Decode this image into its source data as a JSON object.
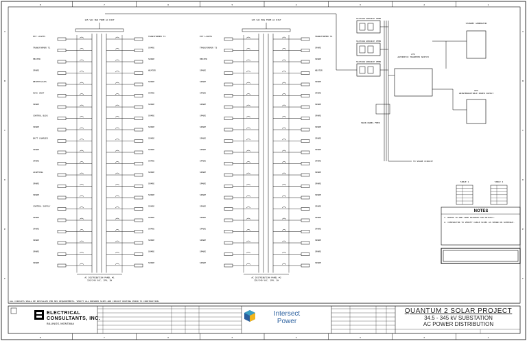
{
  "sheet": {
    "column_labels": [
      "8",
      "7",
      "6",
      "5",
      "4",
      "3",
      "2",
      "1"
    ],
    "row_labels": [
      "A",
      "B",
      "C",
      "D",
      "E",
      "F"
    ]
  },
  "panels": [
    {
      "id": "left",
      "source_label": "125 VAC BUS FROM AC DIST",
      "footer_title": "AC DISTRIBUTION PANEL #1",
      "footer_sub": "120/240 VAC, 1PH, 3W",
      "left_circuits": [
        "EXT LIGHTS",
        "TRANSFORMER T1",
        "HEATER",
        "SPARE",
        "RECEPTACLES",
        "HVAC UNIT",
        "SPARE",
        "CONTROL BLDG",
        "SPARE",
        "BATT CHARGER",
        "SPARE",
        "SPARE",
        "LIGHTING",
        "SPARE",
        "SPARE",
        "CONTROL SUPPLY",
        "SPARE",
        "SPARE",
        "SPARE",
        "SPARE",
        "SPARE"
      ],
      "right_circuits": [
        "TRANSFORMER T2",
        "SPARE",
        "SPARE",
        "HEATER",
        "SPARE",
        "SPARE",
        "SPARE",
        "SPARE",
        "SPARE",
        "SPARE",
        "SPARE",
        "SPARE",
        "SPARE",
        "SPARE",
        "SPARE",
        "SPARE",
        "SPARE",
        "SPARE",
        "SPARE",
        "SPARE",
        "SPARE"
      ]
    },
    {
      "id": "right",
      "source_label": "125 VAC BUS FROM AC DIST",
      "footer_title": "AC DISTRIBUTION PANEL #2",
      "footer_sub": "120/240 VAC, 1PH, 3W",
      "left_circuits": [
        "EXT LIGHTS",
        "TRANSFORMER T3",
        "HEATER",
        "SPARE",
        "SPARE",
        "SPARE",
        "SPARE",
        "SPARE",
        "SPARE",
        "SPARE",
        "SPARE",
        "SPARE",
        "SPARE",
        "SPARE",
        "SPARE",
        "SPARE",
        "SPARE",
        "SPARE",
        "SPARE",
        "SPARE",
        "SPARE"
      ],
      "right_circuits": [
        "TRANSFORMER T4",
        "SPARE",
        "SPARE",
        "HEATER",
        "SPARE",
        "SPARE",
        "SPARE",
        "SPARE",
        "SPARE",
        "SPARE",
        "SPARE",
        "SPARE",
        "SPARE",
        "SPARE",
        "SPARE",
        "SPARE",
        "SPARE",
        "SPARE",
        "SPARE",
        "SPARE",
        "SPARE"
      ]
    }
  ],
  "sources": {
    "station_service_xfmr": "STATION SERVICE XFMR",
    "ats_label": "ATS",
    "ats_desc": "AUTOMATIC TRANSFER SWITCH",
    "generator": "STANDBY GENERATOR",
    "panel_feed": "MAIN PANEL FEED",
    "ups_label": "UPS",
    "ups_desc": "UNINTERRUPTIBLE POWER SUPPLY",
    "spare_feed": "TO SPARE CIRCUIT"
  },
  "tables": {
    "table1_title": "TABLE 1",
    "table2_title": "TABLE 2"
  },
  "notes": {
    "title": "NOTES",
    "items": [
      "1. REFER TO ONE-LINE DIAGRAM FOR DETAILS.",
      "2. CONTRACTOR TO VERIFY CABLE SIZES AS SHOWN ON SCHEDULE."
    ]
  },
  "bottom_note": "ALL CIRCUITS SHALL BE INSTALLED PER NEC REQUIREMENTS. VERIFY ALL BREAKER SIZES AND CIRCUIT ROUTING PRIOR TO CONSTRUCTION.",
  "title_block": {
    "company_line1": "ELECTRICAL",
    "company_line2": "CONSULTANTS, INC.",
    "company_sub": "BILLINGS, MONTANA",
    "client_line1": "Intersect",
    "client_line2": "Power",
    "project_title": "QUANTUM 2 SOLAR PROJECT",
    "subtitle": "34.5 - 345 kV SUBSTATION",
    "drawing_title": "AC POWER DISTRIBUTION"
  },
  "colors": {
    "line": "#000000",
    "brand_blue": "#2a5f9e",
    "brand_teal": "#3a9fc4",
    "brand_yellow": "#f2b51d"
  }
}
